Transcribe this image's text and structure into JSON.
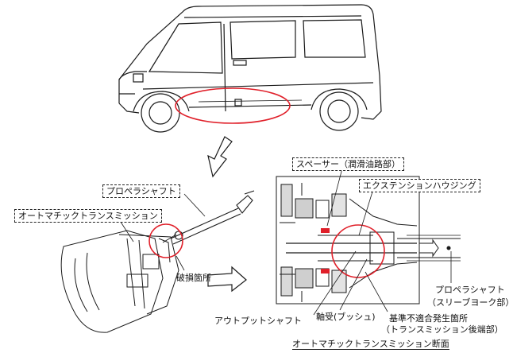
{
  "labels": {
    "propeller_shaft": "プロペラシャフト",
    "automatic_transmission": "オートマチックトランスミッション",
    "damage_location": "破損箇所",
    "spacer": "スペーサー（潤滑油路部）",
    "extension_housing": "エクステンションハウジング",
    "propeller_shaft_sleeve_line1": "プロペラシャフト",
    "propeller_shaft_sleeve_line2": "（スリーブヨーク部）",
    "output_shaft": "アウトプットシャフト",
    "bearing_bush": "軸受(ブッシュ)",
    "nonconformity_line1": "基準不適合発生箇所",
    "nonconformity_line2": "（トランスミッション後端部）",
    "section_caption": "オートマチックトランスミッション断面"
  },
  "colors": {
    "highlight": "#e0202a",
    "line": "#1a1a1a"
  }
}
